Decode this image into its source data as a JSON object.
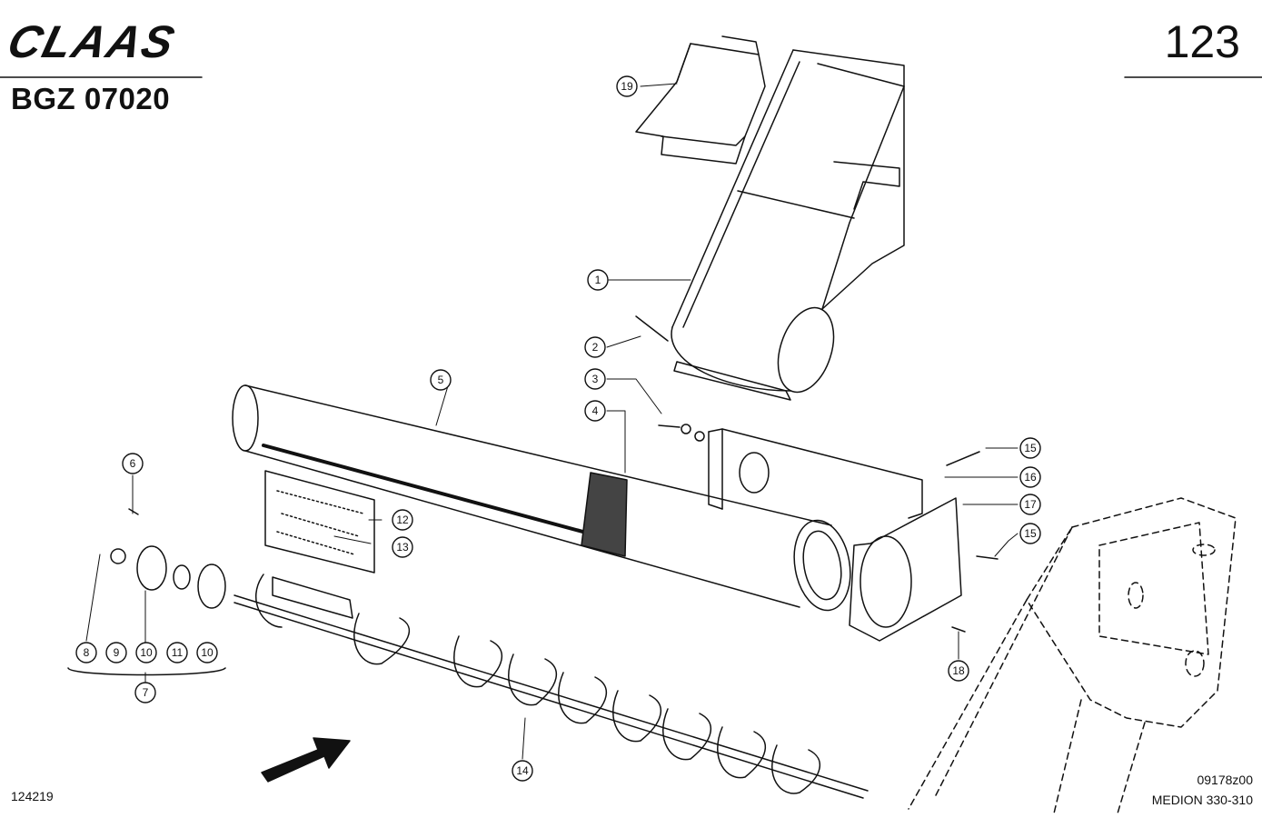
{
  "header": {
    "brand": "CLAAS",
    "doc_code": "BGZ 07020",
    "page_number": "123"
  },
  "footer": {
    "left_code": "124219",
    "drawing_code": "09178z00",
    "model": "MEDION 330-310"
  },
  "callouts": {
    "c1": "1",
    "c2": "2",
    "c3": "3",
    "c4": "4",
    "c5": "5",
    "c6": "6",
    "c7": "7",
    "c8": "8",
    "c9": "9",
    "c10a": "10",
    "c11": "11",
    "c10b": "10",
    "c12": "12",
    "c13": "13",
    "c14": "14",
    "c15a": "15",
    "c15b": "15",
    "c16": "16",
    "c17": "17",
    "c18": "18",
    "c19": "19"
  },
  "colors": {
    "ink": "#111111",
    "paper": "#ffffff"
  }
}
